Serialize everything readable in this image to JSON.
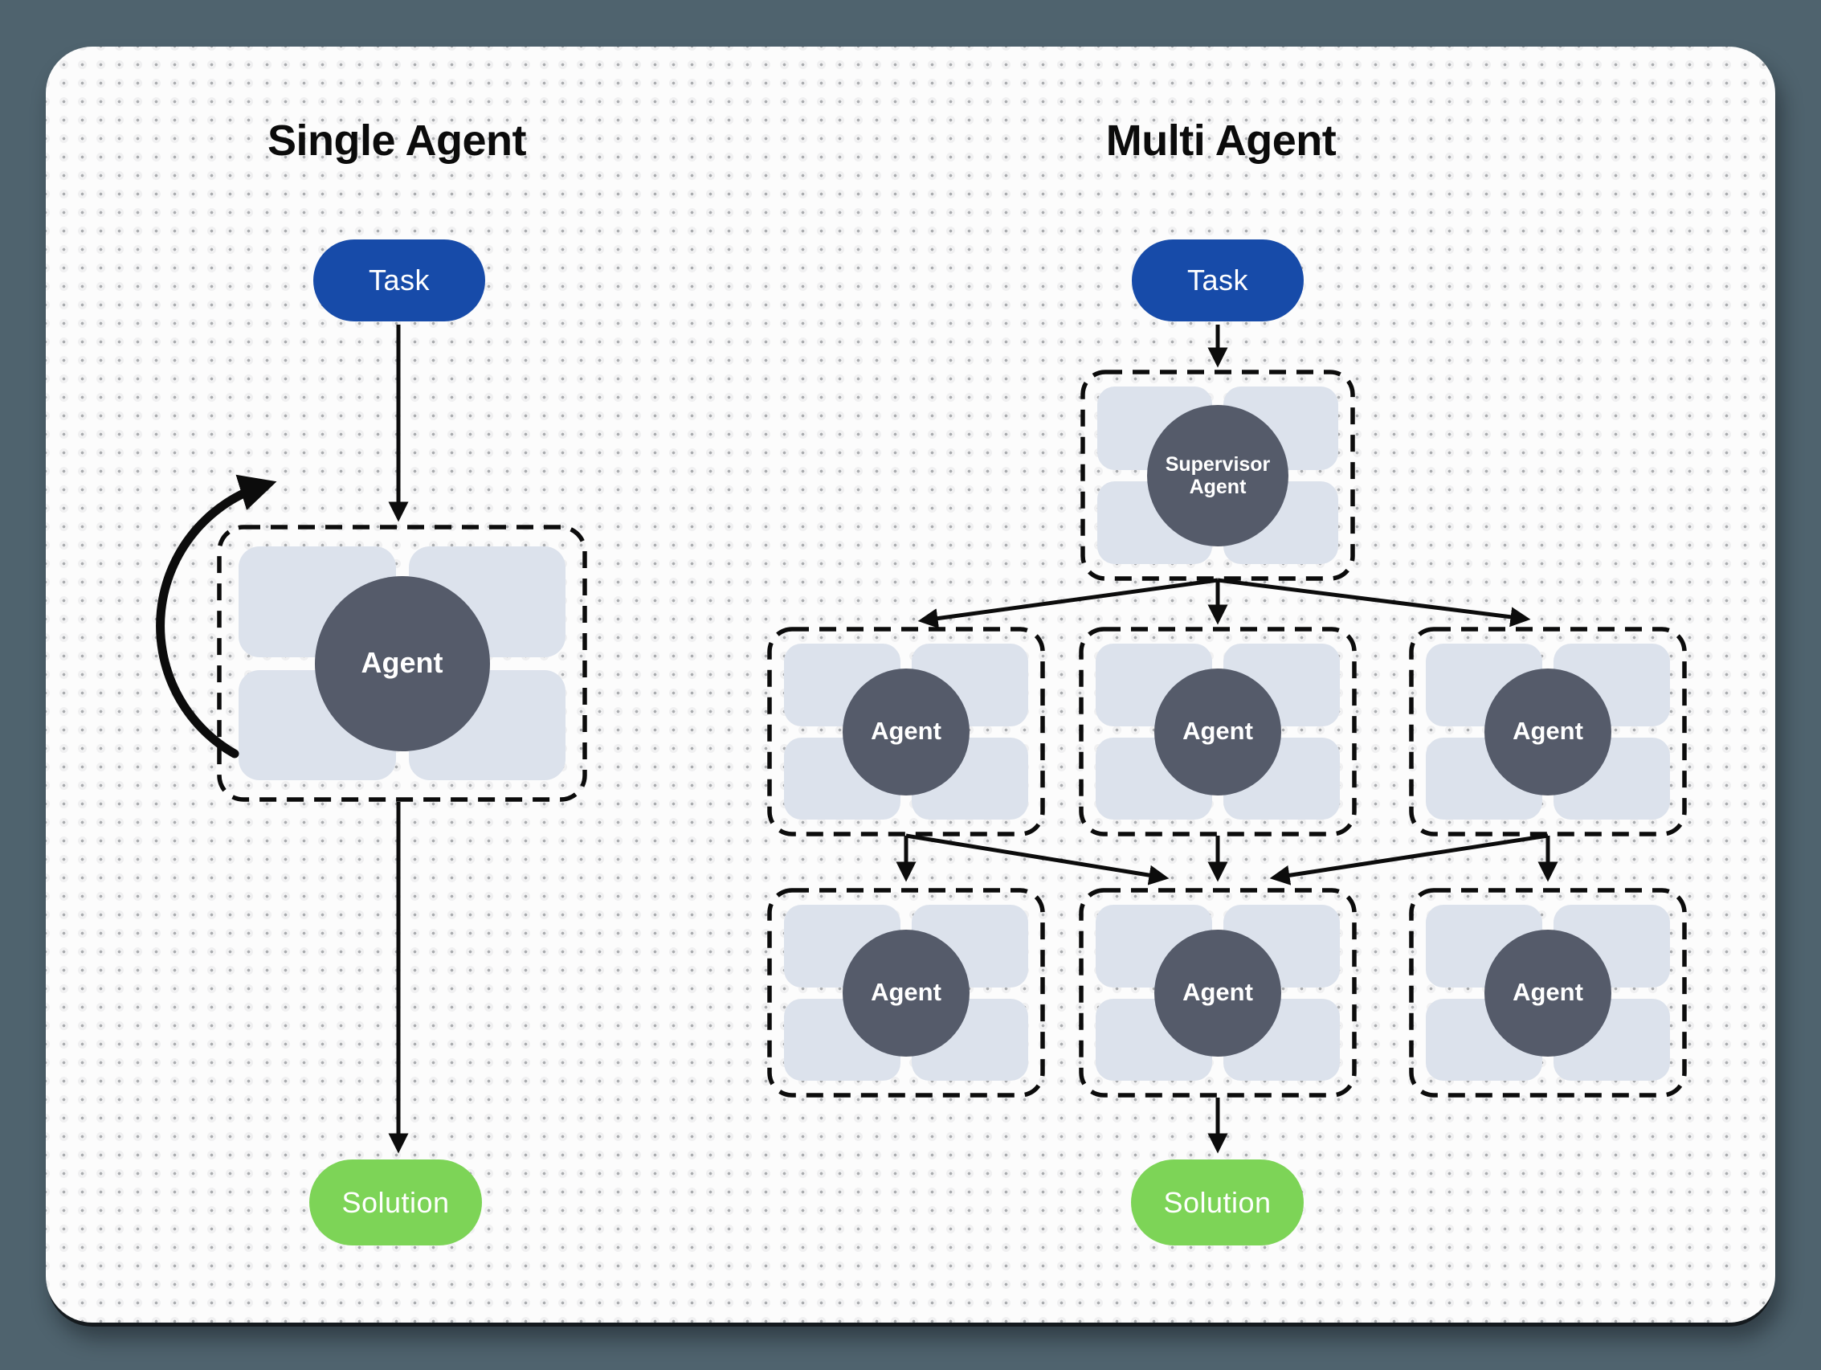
{
  "colors": {
    "outer_bg": "#4f636e",
    "card_bg": "#fcfcfc",
    "dot": "#a9abae",
    "dot_halo": "#f0f0f1",
    "task_fill": "#174ba9",
    "solution_fill": "#7dd457",
    "circle_fill": "#555b6a",
    "quadrant_fill": "#dce2ec",
    "line": "#0c0c0c",
    "title_color": "#0b0b0b"
  },
  "single": {
    "title": "Single Agent",
    "task_label": "Task",
    "agent_label": "Agent",
    "solution_label": "Solution"
  },
  "multi": {
    "title": "Multi Agent",
    "task_label": "Task",
    "supervisor_line1": "Supervisor",
    "supervisor_line2": "Agent",
    "row1_agent_labels": [
      "Agent",
      "Agent",
      "Agent"
    ],
    "row2_agent_labels": [
      "Agent",
      "Agent",
      "Agent"
    ],
    "solution_label": "Solution"
  }
}
